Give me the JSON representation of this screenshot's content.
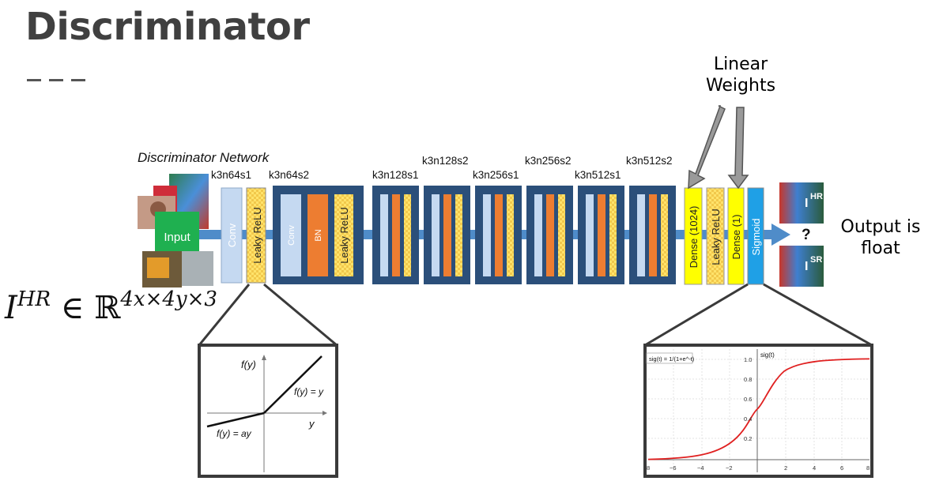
{
  "title": "Discriminator",
  "notes": {
    "linear_weights": [
      "Linear",
      "Weights"
    ],
    "output": [
      "Output is",
      "float"
    ]
  },
  "formula": {
    "base": "I",
    "base_sup": "HR",
    "relation": "∈ ℝ",
    "dims": "4x×4y×3"
  },
  "network": {
    "caption": "Discriminator Network",
    "input_label": "Input",
    "layer_labels": {
      "l1": "k3n64s1",
      "l2": "k3n64s2",
      "b1": "k3n128s1",
      "b2": "k3n128s2",
      "b3": "k3n256s1",
      "b4": "k3n256s2",
      "b5": "k3n512s1",
      "b6": "k3n512s2"
    },
    "layers": {
      "conv": "Conv",
      "leaky": "Leaky ReLU",
      "bn": "BN",
      "dense1024": "Dense (1024)",
      "dense1": "Dense (1)",
      "sigmoid": "Sigmoid"
    },
    "question": "?",
    "out_hr": {
      "base": "I",
      "sup": "HR"
    },
    "out_sr": {
      "base": "I",
      "sup": "SR"
    }
  },
  "relu_plot": {
    "ylabel": "f(y)",
    "xlabel": "y",
    "pos_label": "f(y) = y",
    "neg_label": "f(y) = ay"
  },
  "sigmoid_plot": {
    "legend": "sig(t) = 1/(1+e^-t)",
    "axis_label": "sig(t)",
    "y_ticks": [
      "1.0",
      "0.8",
      "0.6",
      "0.4",
      "0.2"
    ],
    "x_ticks": [
      "8",
      "−6",
      "−4",
      "−2",
      "2",
      "4",
      "6",
      "8"
    ]
  },
  "colors": {
    "block": "#2b4f7a",
    "arrow": "#4f8cc9",
    "conv": "#c5d9f1",
    "bn": "#ed7d31",
    "leaky": "#ffff33",
    "dense": "#ffff00",
    "sigmoid": "#1fa0e6",
    "input": "#1fb050",
    "curve": "#e02020"
  }
}
